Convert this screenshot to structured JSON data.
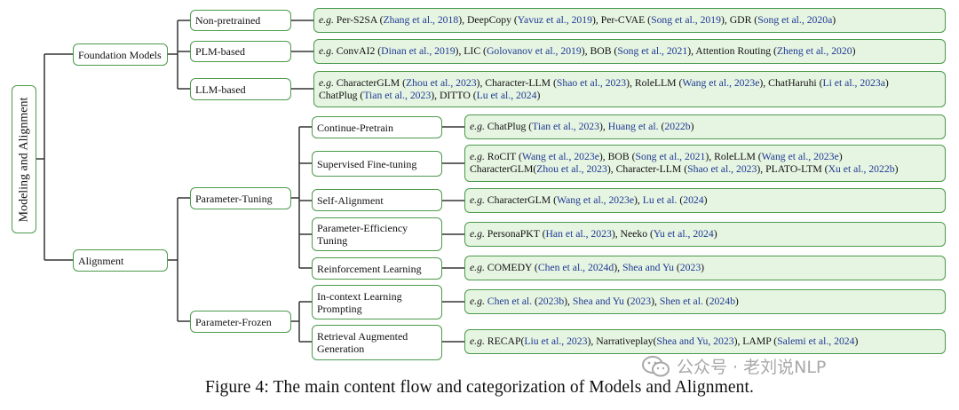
{
  "root": "Modeling and Alignment",
  "level1": {
    "foundation": "Foundation Models",
    "alignment": "Alignment"
  },
  "level2": {
    "non_pretrained": "Non-pretrained",
    "plm": "PLM-based",
    "llm": "LLM-based",
    "param_tuning": "Parameter-Tuning",
    "param_frozen": "Parameter-Frozen"
  },
  "level3": {
    "continue_pretrain": "Continue-Pretrain",
    "sft": "Supervised Fine-tuning",
    "self_align": "Self-Alignment",
    "peft": "Parameter-Efficiency\nTuning",
    "rl": "Reinforcement Learning",
    "icl": "In-context Learning\nPrompting",
    "rag": "Retrieval Augmented\nGeneration"
  },
  "leaves": {
    "non_pretrained": "e.g. Per-S2SA (Zhang et al., 2018), DeepCopy (Yavuz et al., 2019), Per-CVAE (Song et al., 2019), GDR (Song et al., 2020a)",
    "plm": "e.g. ConvAI2 (Dinan et al., 2019), LIC (Golovanov et al., 2019), BOB (Song et al., 2021), Attention Routing (Zheng et al., 2020)",
    "llm": "e.g. CharacterGLM (Zhou et al., 2023), Character-LLM (Shao et al., 2023), RoleLLM (Wang et al., 2023e), ChatHaruhi (Li et al., 2023a)\nChatPlug (Tian et al., 2023), DITTO (Lu et al., 2024)",
    "continue_pretrain": "e.g. ChatPlug (Tian et al., 2023), Huang et al. (2022b)",
    "sft": "e.g. RoCIT (Wang et al., 2023e), BOB (Song et al., 2021), RoleLLM (Wang et al., 2023e)\nCharacterGLM(Zhou et al., 2023), Character-LLM (Shao et al., 2023), PLATO-LTM (Xu et al., 2022b)",
    "self_align": "e.g. CharacterGLM (Wang et al., 2023e), Lu et al. (2024)",
    "peft": "e.g. PersonaPKT (Han et al., 2023), Neeko (Yu et al., 2024)",
    "rl": "e.g. COMEDY (Chen et al., 2024d), Shea and Yu (2023)",
    "icl": "e.g. Chen et al. (2023b), Shea and Yu (2023), Shen et al. (2024b)",
    "rag": "e.g. RECAP(Liu et al., 2023), Narrativeplay(Shea and Yu, 2023), LAMP (Salemi et al., 2024)"
  },
  "caption": "Figure 4: The main content flow and categorization of Models and Alignment.",
  "watermark": "公众号 · 老刘说NLP",
  "colors": {
    "border": "#4c9a4c",
    "leaf_fill": "#e6f4e2",
    "connector": "#333333",
    "citation": "#1f3a93",
    "watermark": "#9a9a9a"
  }
}
